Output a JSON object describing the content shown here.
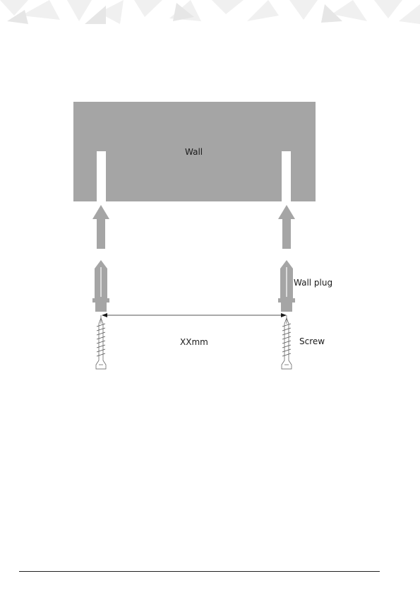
{
  "labels": {
    "wall": "Wall",
    "wall_plug": "Wall plug",
    "distance": "XXmm",
    "screw": "Screw"
  },
  "colors": {
    "wall": "#a5a5a5",
    "arrow": "#a5a5a5",
    "plug": "#a5a5a5",
    "header_pattern": "#f0f0f0"
  }
}
